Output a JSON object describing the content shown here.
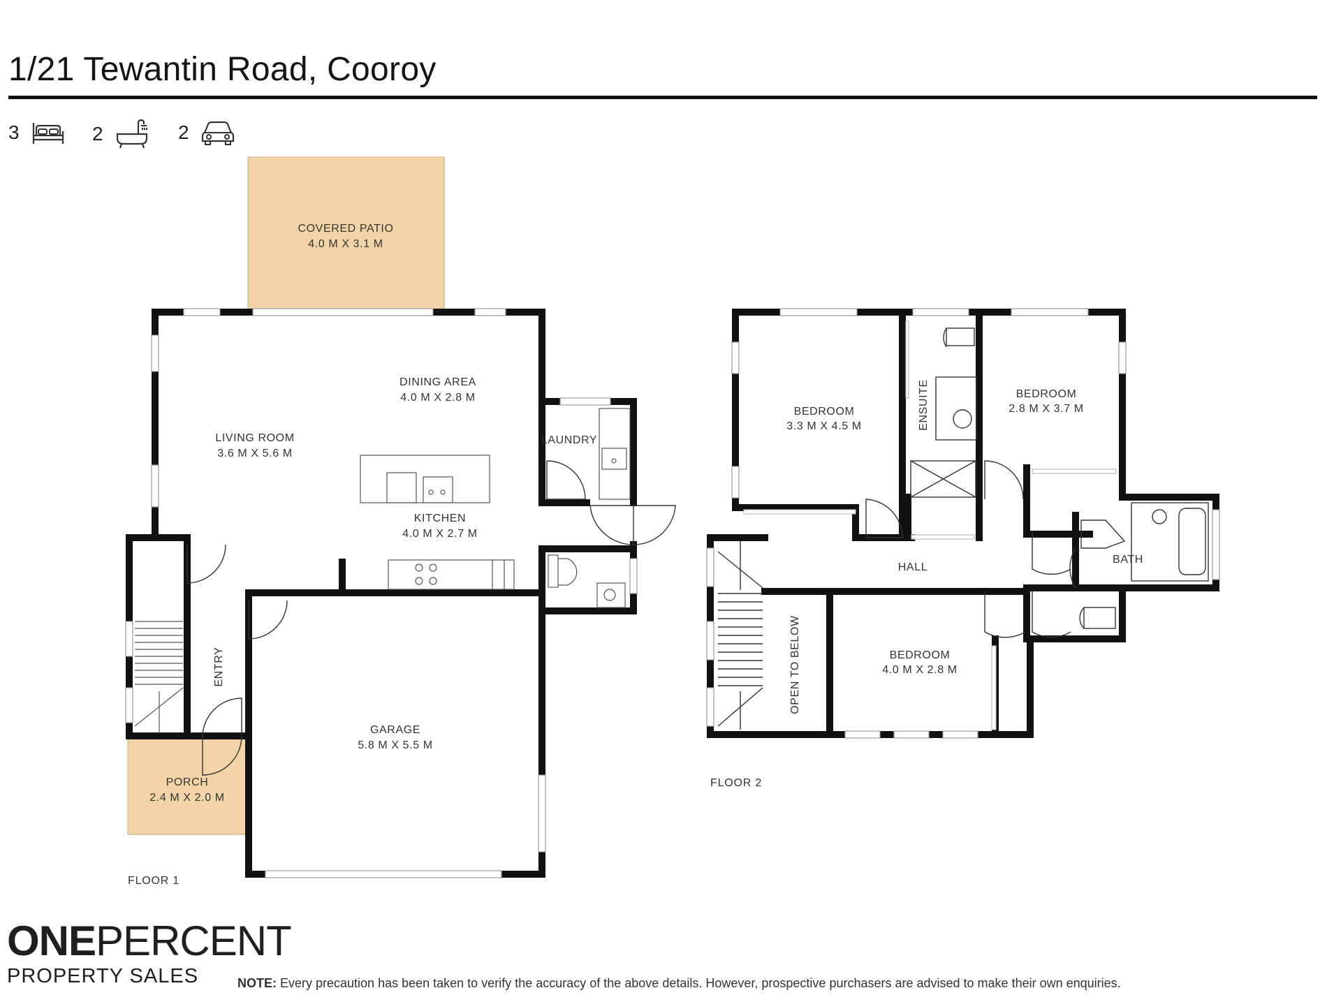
{
  "title": "1/21 Tewantin Road, Cooroy",
  "stats": {
    "bedrooms": {
      "value": "3",
      "icon": "bed-icon"
    },
    "bathrooms": {
      "value": "2",
      "icon": "bathtub-icon"
    },
    "car_spaces": {
      "value": "2",
      "icon": "car-icon"
    }
  },
  "floor1": {
    "label": "FLOOR 1",
    "rooms": {
      "covered_patio": {
        "name": "COVERED PATIO",
        "size": "4.0 M X 3.1 M"
      },
      "dining_area": {
        "name": "DINING AREA",
        "size": "4.0 M X 2.8 M"
      },
      "living_room": {
        "name": "LIVING ROOM",
        "size": "3.6 M X 5.6 M"
      },
      "laundry": {
        "name": "LAUNDRY"
      },
      "kitchen": {
        "name": "KITCHEN",
        "size": "4.0 M X 2.7 M"
      },
      "entry": {
        "name": "ENTRY"
      },
      "garage": {
        "name": "GARAGE",
        "size": "5.8 M X 5.5 M"
      },
      "porch": {
        "name": "PORCH",
        "size": "2.4 M X 2.0 M"
      }
    }
  },
  "floor2": {
    "label": "FLOOR 2",
    "rooms": {
      "bedroom_1": {
        "name": "BEDROOM",
        "size": "3.3 M X 4.5 M"
      },
      "ensuite": {
        "name": "ENSUITE"
      },
      "bedroom_2": {
        "name": "BEDROOM",
        "size": "2.8 M X 3.7 M"
      },
      "hall": {
        "name": "HALL"
      },
      "bath": {
        "name": "BATH"
      },
      "open_to_below": {
        "name": "OPEN TO BELOW"
      },
      "bedroom_3": {
        "name": "BEDROOM",
        "size": "4.0 M X 2.8 M"
      }
    }
  },
  "colors": {
    "wall": "#111111",
    "outdoor_fill": "#f2d4a8",
    "outdoor_stroke": "#c9a772"
  },
  "branding": {
    "name_bold": "ONE",
    "name_light": "PERCENT",
    "subtitle": "PROPERTY SALES"
  },
  "note": {
    "label": "NOTE:",
    "text": " Every precaution has been taken to verify the accuracy of the above details. However, prospective purchasers are advised to make their own enquiries."
  }
}
